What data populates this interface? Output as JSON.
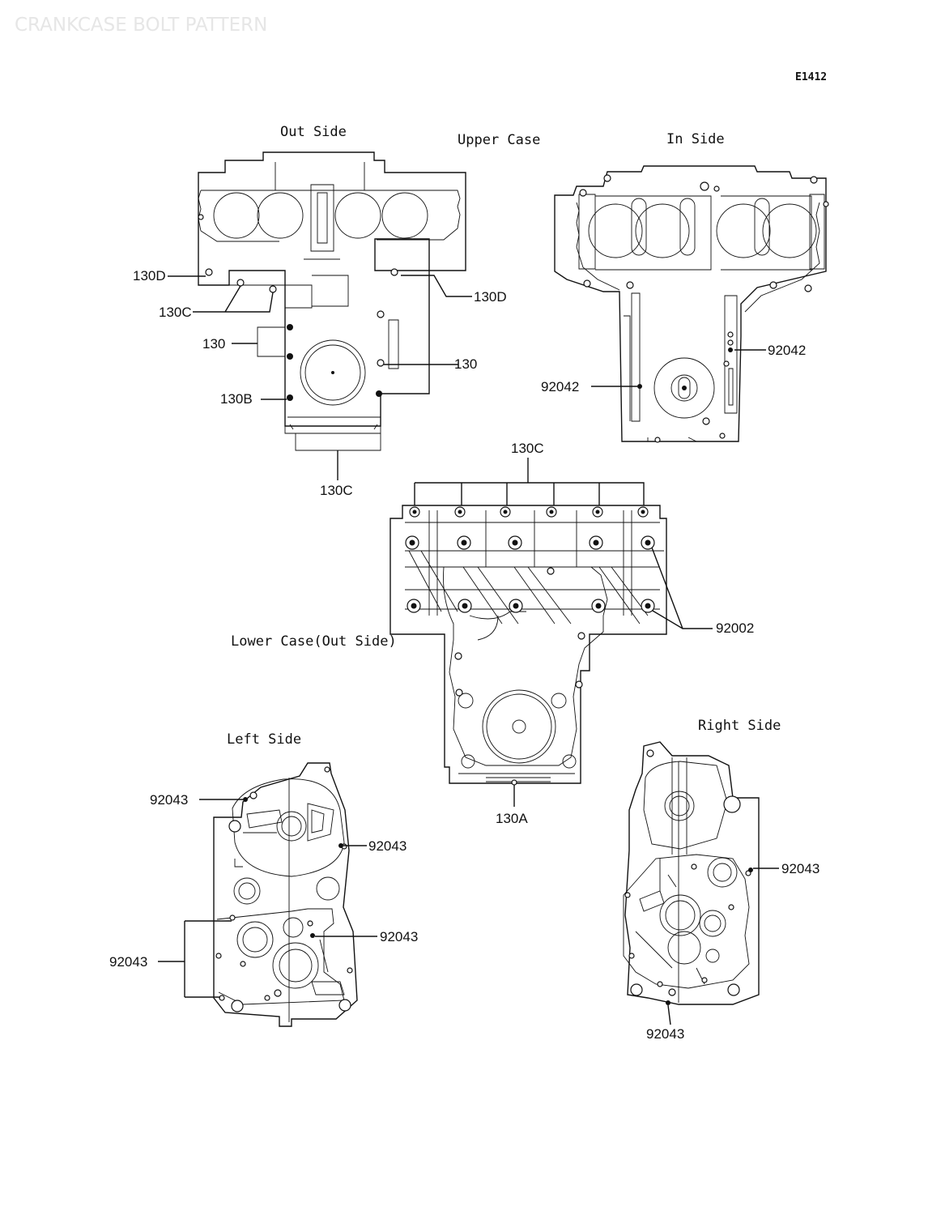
{
  "header": {
    "page_title": "CRANKCASE BOLT PATTERN",
    "drawing_code": "E1412"
  },
  "views": {
    "out_side": "Out Side",
    "upper_case": "Upper Case",
    "in_side": "In Side",
    "lower_case": "Lower Case(Out Side)",
    "left_side": "Left Side",
    "right_side": "Right Side"
  },
  "callouts": {
    "upper_out_130d_left": "130D",
    "upper_out_130d_right": "130D",
    "upper_out_130c_left": "130C",
    "upper_out_130_left": "130",
    "upper_out_130_right": "130",
    "upper_out_130b": "130B",
    "upper_out_130c_bottom": "130C",
    "upper_in_92042_right": "92042",
    "upper_in_92042_left": "92042",
    "lower_130c_top": "130C",
    "lower_92002": "92002",
    "lower_130a": "130A",
    "left_92043_top": "92043",
    "left_92043_mid": "92043",
    "left_92043_lowmid": "92043",
    "left_92043_bracket": "92043",
    "right_92043_side": "92043",
    "right_92043_bottom": "92043"
  }
}
